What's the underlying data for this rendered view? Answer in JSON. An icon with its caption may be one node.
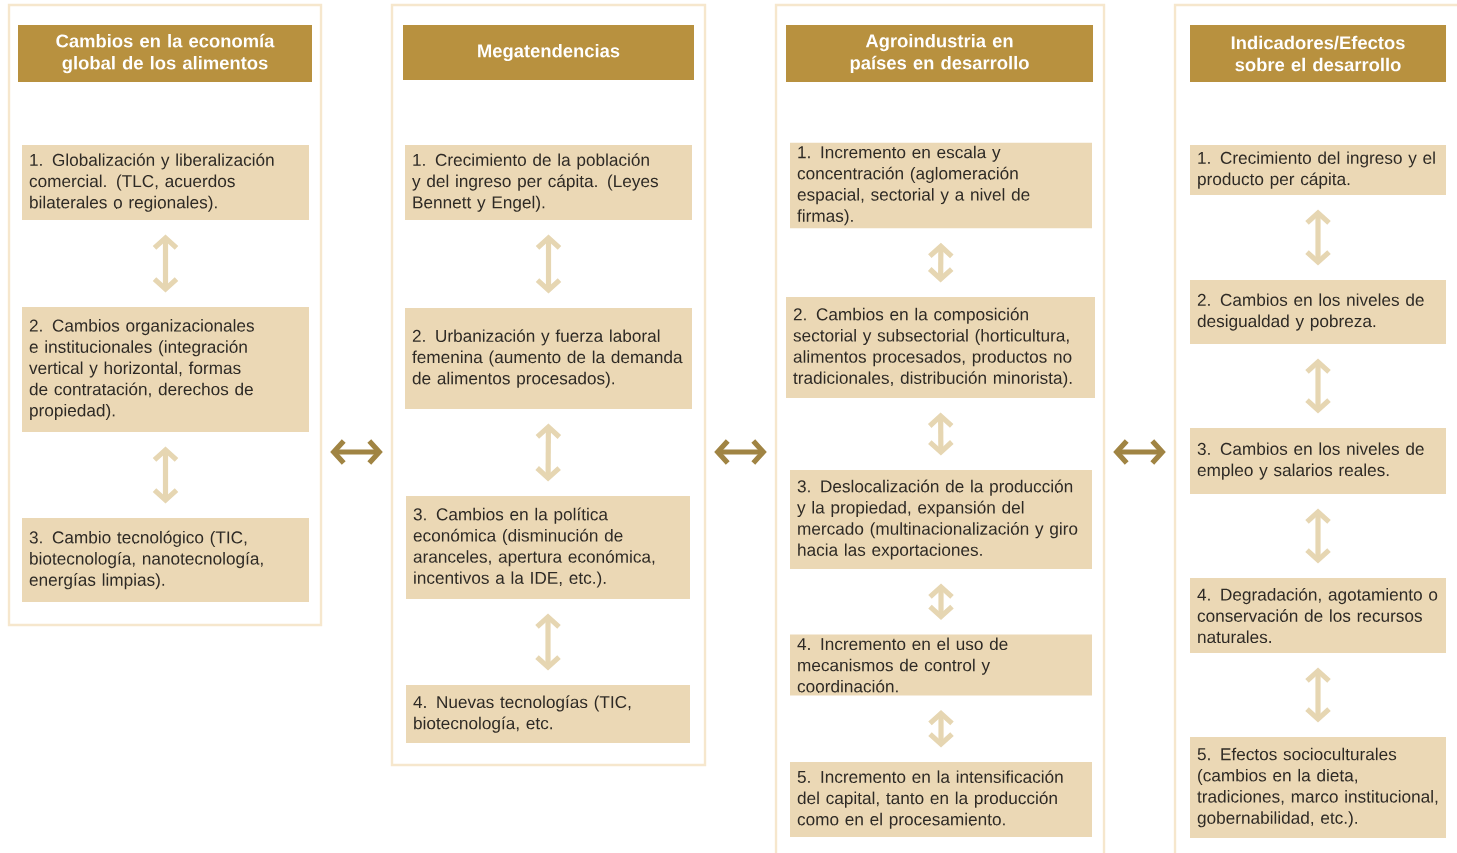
{
  "diagram": {
    "nodes": [
      {
        "text": [
          "Cambios en la economía global de los alimentos"
        ]
      },
      {
        "text": [
          "1. Globalización y liberalización comercial. (TLC, acuerdos bilaterales o regionales)."
        ],
        "in": 0
      },
      {
        "text": [
          "2. Cambios organizacionales e institucionales (integración vertical y horizontal, formas de contratación, derechos de propiedad)."
        ],
        "in": 0
      },
      {
        "text": [
          "3. Cambio tecnológico (TIC, biotecnología, nanotecnología, energías limpias)."
        ],
        "in": 0
      },
      {
        "text": [
          "Megatendencias"
        ]
      },
      {
        "text": [
          "1. Crecimiento de la población y del ingreso per cápita. (Leyes Bennett y Engel)."
        ],
        "in": 4
      },
      {
        "text": [
          "2. Urbanización y fuerza laboral femenina (aumento de la demanda de alimentos procesados)."
        ],
        "in": 4
      },
      {
        "text": [
          "3. Cambios en la política económica (disminución de aranceles, apertura económica, incentivos a la IDE, etc.)."
        ],
        "in": 4
      },
      {
        "text": [
          "4. Nuevas tecnologías (TIC, biotecnología, etc."
        ],
        "in": 4
      },
      {
        "text": [
          "Agroindustria en países en desarrollo"
        ]
      },
      {
        "text": [
          "1. Incremento en escala y concentración (aglomeración espacial, sectorial y a nivel de firmas)."
        ],
        "in": 9
      },
      {
        "text": [
          "2. Cambios en la composición sectorial y subsectorial (horticultura, alimentos procesados, productos no tradicionales, distribución minorista)."
        ],
        "in": 9
      },
      {
        "text": [
          "3. Deslocalización de la producción y la propiedad, expansión del mercado (multinacionalización y giro hacia las exportaciones."
        ],
        "in": 9
      },
      {
        "text": [
          "4. Incremento en el uso de mecanismos de control y coordinación."
        ],
        "in": 9
      },
      {
        "text": [
          "5. Incremento en la intensificación del capital, tanto en la producción como en el procesamiento."
        ],
        "in": 9
      },
      {
        "text": [
          "Indicadores/Efectos sobre el desarrollo"
        ]
      },
      {
        "text": [
          "1. Crecimiento del ingreso y el producto per cápita."
        ],
        "in": 15
      },
      {
        "text": [
          "2. Cambios en los niveles de desigualdad y pobreza."
        ],
        "in": 15
      },
      {
        "text": [
          "3. Cambios en los niveles de empleo y salarios reales."
        ],
        "in": 15
      },
      {
        "text": [
          "4. Degradación, agotamiento o conservación de los recursos naturales."
        ],
        "in": 15
      },
      {
        "text": [
          "5. Efectos socioculturales (cambios en la dieta, tradiciones, marco institucional, gobernabilidad, etc.)."
        ],
        "in": 15
      }
    ],
    "edges": [
      {
        "from": 1,
        "to": 2,
        "arrow": "both"
      },
      {
        "from": 2,
        "to": 3,
        "arrow": "both"
      },
      {
        "from": 5,
        "to": 6,
        "arrow": "both"
      },
      {
        "from": 6,
        "to": 7,
        "arrow": "both"
      },
      {
        "from": 7,
        "to": 8,
        "arrow": "both"
      },
      {
        "from": 10,
        "to": 11,
        "arrow": "both"
      },
      {
        "from": 11,
        "to": 12,
        "arrow": "both"
      },
      {
        "from": 12,
        "to": 13,
        "arrow": "both"
      },
      {
        "from": 13,
        "to": 14,
        "arrow": "both"
      },
      {
        "from": 16,
        "to": 17,
        "arrow": "both"
      },
      {
        "from": 17,
        "to": 18,
        "arrow": "both"
      },
      {
        "from": 18,
        "to": 19,
        "arrow": "both"
      },
      {
        "from": 19,
        "to": 20,
        "arrow": "both"
      },
      {
        "from": 0,
        "to": 4,
        "arrow": "both",
        "color": "#a08443"
      },
      {
        "from": 4,
        "to": 9,
        "arrow": "both",
        "color": "#a08443"
      },
      {
        "from": 9,
        "to": 15,
        "arrow": "both",
        "color": "#a08443"
      }
    ]
  }
}
